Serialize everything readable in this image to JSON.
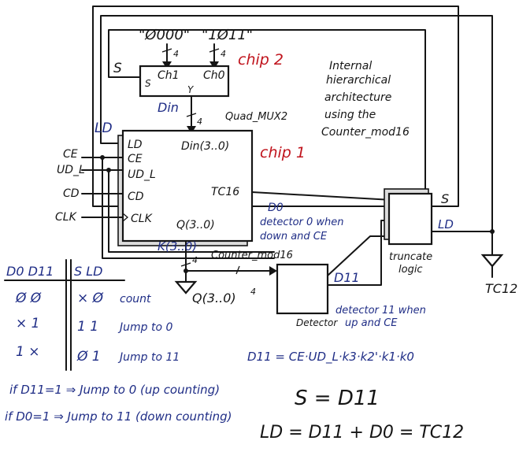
{
  "mux": {
    "input1_value": "\"Ø000\"",
    "input0_value": "\"1Ø11\"",
    "bus_width_in1": "4",
    "bus_width_in0": "4",
    "port_ch1": "Ch1",
    "port_ch0": "Ch0",
    "port_s": "S",
    "port_y": "Y",
    "chip_label": "chip 2",
    "type_label": "Quad_MUX2",
    "out_bus_label": "Din",
    "out_bus_width": "4"
  },
  "counter": {
    "chip_label": "chip 1",
    "type_label": "Counter_mod16",
    "pins_left": [
      "LD",
      "CE",
      "UD_L",
      "CD",
      "CLK"
    ],
    "pin_din": "Din(3..0)",
    "pin_tc": "TC16",
    "pin_q": "Q(3..0)",
    "out_bus_label": "K(3..0)",
    "out_bus_width": "4"
  },
  "external_inputs": [
    "CE",
    "UD_L",
    "CD",
    "CLK"
  ],
  "wire_labels": {
    "s_top": "S",
    "ld_left": "LD",
    "s_right": "S",
    "ld_right": "LD",
    "detector_bus_width": "4"
  },
  "output_q": "Q(3..0)",
  "output_tc": "TC12",
  "note": [
    "Internal",
    "hierarchical",
    "architecture",
    "using the",
    "Counter_mod16"
  ],
  "detector": {
    "label": "Detector",
    "out_d0": "D0",
    "out_d11": "D11",
    "desc_d0": [
      "detector 0 when",
      "down and CE"
    ],
    "desc_d11": [
      "detector 11 when",
      "up and CE"
    ]
  },
  "truncate": {
    "label": [
      "truncate",
      "logic"
    ]
  },
  "truth_table": {
    "headers": [
      "D0 D11",
      "S LD"
    ],
    "rows": [
      {
        "in": "Ø  Ø",
        "out": "×  Ø",
        "action": "count"
      },
      {
        "in": "×  1",
        "out": "1  1",
        "action": "Jump to 0"
      },
      {
        "in": "1  ×",
        "out": "Ø  1",
        "action": "Jump to 11"
      }
    ]
  },
  "equations": {
    "d11": "D11 = CE·UD_L·k3·k2'·k1·k0",
    "s": "S = D11",
    "ld": "LD = D11 + D0  = TC12"
  },
  "rules": [
    "if D11=1 ⇒ Jump to 0 (up counting)",
    "if D0=1 ⇒ Jump to 11 (down counting)"
  ]
}
